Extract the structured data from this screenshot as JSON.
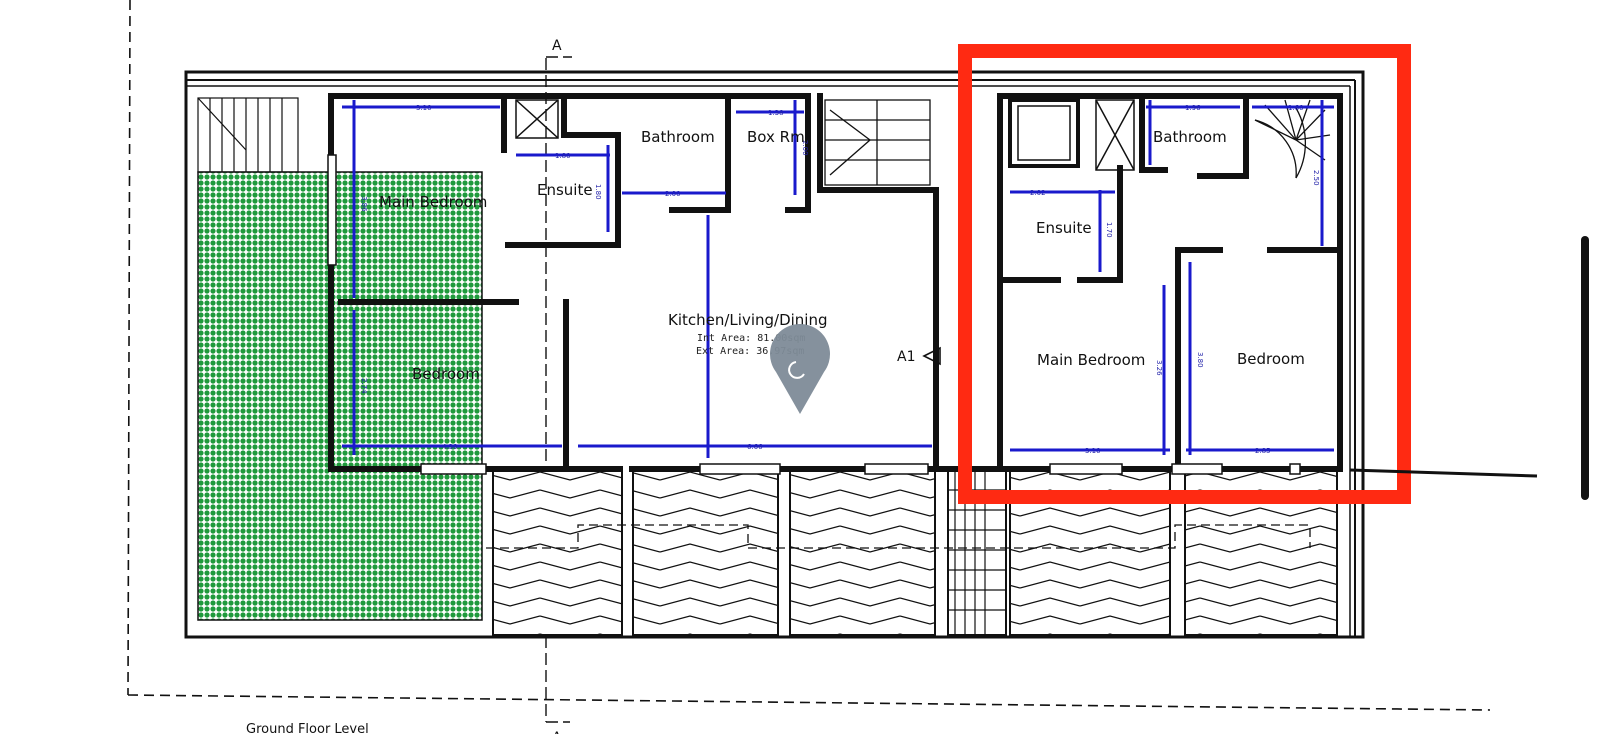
{
  "rooms": {
    "main_bedroom_left": "Main Bedroom",
    "ensuite_left": "Ensuite",
    "bathroom_left": "Bathroom",
    "box_room": "Box Rm",
    "bedroom_left": "Bedroom",
    "kitchen": "Kitchen/Living/Dining",
    "bathroom_right": "Bathroom",
    "ensuite_right": "Ensuite",
    "main_bedroom_right": "Main Bedroom",
    "bedroom_right": "Bedroom"
  },
  "areas": {
    "internal": "Int Area: 81.00sqm",
    "external": "Ext Area: 36.97sqm"
  },
  "dimensions": {
    "d1": "3.10",
    "d2": "3.86",
    "d3": "1.80",
    "d4": "1.80",
    "d5": "2.00",
    "d6": "1.38",
    "d7": "2.00",
    "d8": "2.74",
    "d9": "4.39",
    "d10": "6.66",
    "d11": "1.96",
    "d12": "1.60",
    "d13": "2.02",
    "d14": "1.70",
    "d15": "2.50",
    "d16": "3.26",
    "d17": "3.80",
    "d18": "3.10",
    "d19": "2.85"
  },
  "markers": {
    "section_top": "A",
    "section_bottom": "A",
    "elevation": "A1"
  },
  "footer": {
    "level": "Ground Floor Level"
  },
  "colors": {
    "wall": "#111111",
    "dimension": "#1a1acc",
    "garden": "#1f9a3c",
    "highlight": "#ff2a12",
    "pin": "#7f8c98"
  }
}
